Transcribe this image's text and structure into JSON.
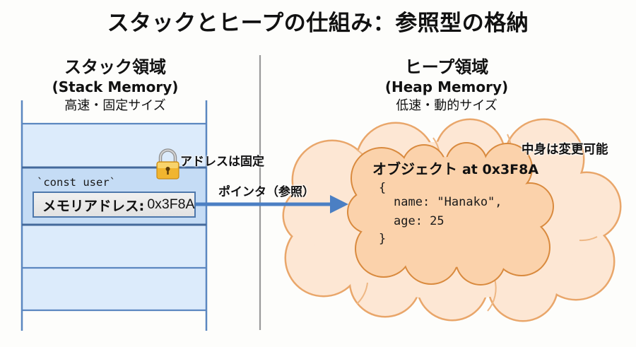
{
  "title": "スタックとヒープの仕組み：参照型の格納",
  "stack": {
    "heading": "スタック領域",
    "subheading": "(Stack Memory)",
    "caption": "高速・固定サイズ",
    "variable_label": "`const user`",
    "address_box": {
      "label": "メモリアドレス:",
      "value": "0x3F8A"
    },
    "lock_annotation": "アドレスは固定",
    "lock_icon": "lock-icon"
  },
  "pointer": {
    "label": "ポインタ（参照）",
    "icon": "right-arrow-icon"
  },
  "heap": {
    "heading": "ヒープ領域",
    "subheading": "(Heap Memory)",
    "caption": "低速・動的サイズ",
    "mutable_annotation": "中身は変更可能",
    "object": {
      "title": "オブジェクト",
      "address": "at 0x3F8A",
      "open_brace": "{",
      "lines": [
        "name: \"Hanako\",",
        "age: 25"
      ],
      "close_brace": "}"
    }
  },
  "colors": {
    "stack_border": "#4f7fb8",
    "stack_cell": "#dcebfb",
    "stack_cell_active": "#c5dcf5",
    "arrow": "#4b7fc3",
    "divider": "#9a9a9a",
    "heap_outer_fill": "#fde7d4",
    "heap_outer_stroke": "#e9a66a",
    "heap_inner_fill": "#fbd2ab",
    "heap_inner_stroke": "#d98a3e",
    "lock": "#f1b52f"
  }
}
